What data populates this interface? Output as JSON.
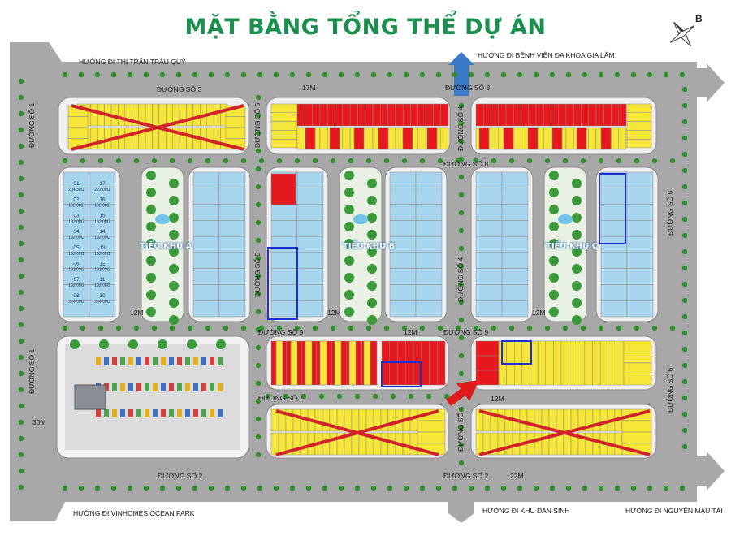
{
  "title": "MẶT BẰNG TỔNG THỂ DỰ ÁN",
  "compass_label": "B",
  "directions": {
    "top_left": "HƯỚNG ĐI THỊ TRẤN TRÂU QUỲ",
    "top_right": "HƯỚNG ĐI BỆNH VIỆN ĐA KHOA GIA LÂM",
    "bottom_left": "HƯỚNG ĐI VINHOMES OCEAN PARK",
    "bottom_mid": "HƯỚNG ĐI KHU DÂN SINH",
    "bottom_right": "HƯỚNG ĐI NGUYỄN MẬU TÀI"
  },
  "roads": {
    "so1": "ĐƯỜNG SỐ 1",
    "so2": "ĐƯỜNG SỐ 2",
    "so3": "ĐƯỜNG SỐ 3",
    "so4": "ĐƯỜNG SỐ 4",
    "so5": "ĐƯỜNG SỐ 5",
    "so6": "ĐƯỜNG SỐ 6",
    "so7": "ĐƯỜNG SỐ 7",
    "so8": "ĐƯỜNG SỐ 8",
    "so9": "ĐƯỜNG SỐ 9"
  },
  "widths": {
    "w17": "17M",
    "w12": "12M",
    "w30": "30M",
    "w22": "22M"
  },
  "zones": {
    "a": "TIỂU KHU A",
    "b": "TIỂU KHU B",
    "c": "TIỂU KHU C"
  },
  "lot_sample": {
    "left_col": [
      "01",
      "02",
      "03",
      "04",
      "05",
      "06",
      "07",
      "08"
    ],
    "left_area": [
      "204.3M2",
      "192.0M2",
      "192.0M2",
      "192.0M2",
      "192.0M2",
      "192.0M2",
      "192.0M2",
      "224.0M2"
    ],
    "right_col": [
      "17",
      "16",
      "15",
      "14",
      "13",
      "12",
      "11",
      "10"
    ],
    "right_area": [
      "222.0M2",
      "192.0M2",
      "192.0M2",
      "192.0M2",
      "192.0M2",
      "192.0M2",
      "192.0M2",
      "224.0M2"
    ]
  },
  "colors": {
    "road": "#a8a8a8",
    "block_fill": "#f0f0f0",
    "lot_blue": "#a9d5ec",
    "lot_yellow": "#f6e63a",
    "lot_red": "#e5191d",
    "park_green": "#3c9a3a",
    "highlight_blue": "#1a2fd6",
    "cross_red": "#d0232a",
    "title_green": "#1b8f4d",
    "arrow_blue": "#3a78c8",
    "arrow_red": "#e01b1b"
  }
}
